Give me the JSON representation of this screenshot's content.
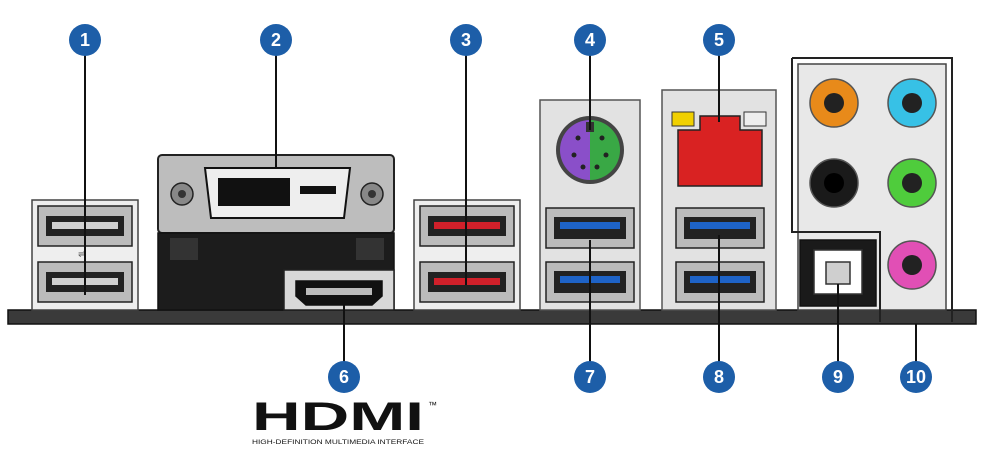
{
  "callouts": [
    {
      "label": "1"
    },
    {
      "label": "2"
    },
    {
      "label": "3"
    },
    {
      "label": "4"
    },
    {
      "label": "5"
    },
    {
      "label": "6"
    },
    {
      "label": "7"
    },
    {
      "label": "8"
    },
    {
      "label": "9"
    },
    {
      "label": "10"
    }
  ],
  "logo": {
    "wordmark": "HDMI",
    "trademark": "™",
    "tagline": "HIGH-DEFINITION MULTIMEDIA INTERFACE"
  },
  "colors": {
    "callout_fill": "#1d5ea8",
    "usb3_blue": "#1e63c7",
    "usb2_red": "#d0202a",
    "lan_red": "#d92222",
    "ps2_purple": "#8a4fc9",
    "ps2_green": "#39a845",
    "audio_orange": "#e88a1a",
    "audio_lightblue": "#37c1e6",
    "audio_black": "#1a1a1a",
    "audio_green": "#4fcc3c",
    "audio_pink": "#e14fb5",
    "led_yellow": "#f0d000"
  },
  "icons": [
    "usb-port-icon",
    "dvi-port-icon",
    "hdmi-port-icon",
    "ps2-port-icon",
    "lan-port-icon",
    "optical-port-icon",
    "audio-jack-icon"
  ]
}
